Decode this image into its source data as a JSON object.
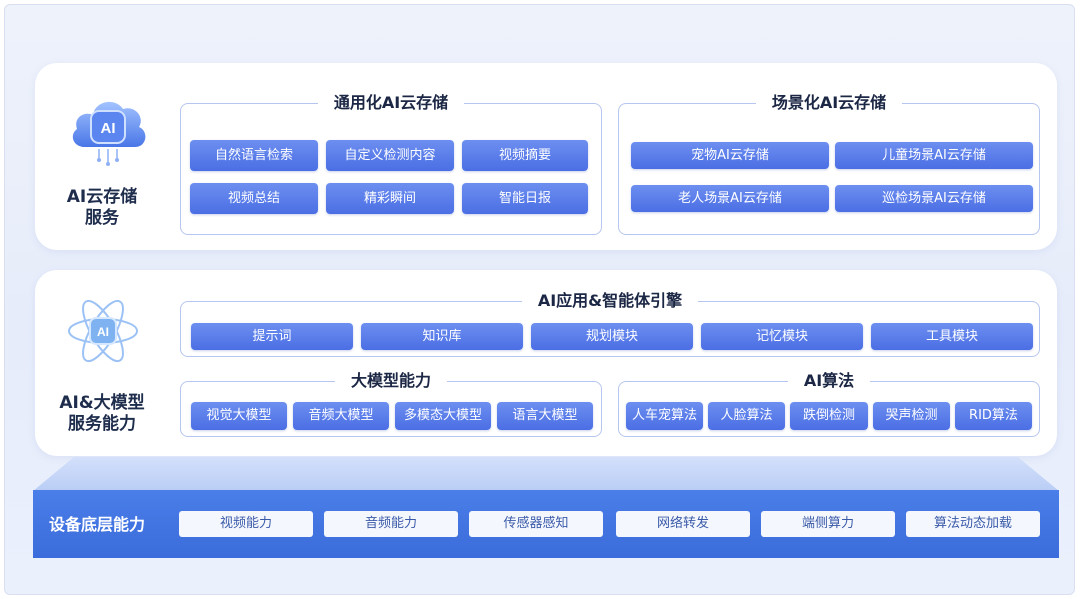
{
  "ai_storage": {
    "label_line1": "AI云存储",
    "label_line2": "服务",
    "icon_text": "AI",
    "general": {
      "title": "通用化AI云存储",
      "items": [
        "自然语言检索",
        "自定义检测内容",
        "视频摘要",
        "视频总结",
        "精彩瞬间",
        "智能日报"
      ]
    },
    "scenario": {
      "title": "场景化AI云存储",
      "items": [
        "宠物AI云存储",
        "儿童场景AI云存储",
        "老人场景AI云存储",
        "巡检场景AI云存储"
      ]
    }
  },
  "ai_model": {
    "label_line1": "AI&大模型",
    "label_line2": "服务能力",
    "icon_text": "AI",
    "engine": {
      "title": "AI应用&智能体引擎",
      "items": [
        "提示词",
        "知识库",
        "规划模块",
        "记忆模块",
        "工具模块"
      ]
    },
    "llm": {
      "title": "大模型能力",
      "items": [
        "视觉大模型",
        "音频大模型",
        "多模态大模型",
        "语言大模型"
      ]
    },
    "algo": {
      "title": "AI算法",
      "items": [
        "人车宠算法",
        "人脸算法",
        "跌倒检测",
        "哭声检测",
        "RID算法"
      ]
    }
  },
  "device": {
    "label": "设备底层能力",
    "items": [
      "视频能力",
      "音频能力",
      "传感器感知",
      "网络转发",
      "端侧算力",
      "算法动态加载"
    ]
  },
  "colors": {
    "chip": "#4b6ee4",
    "base": "#3b6cdb",
    "border": "#b7c6ef"
  }
}
